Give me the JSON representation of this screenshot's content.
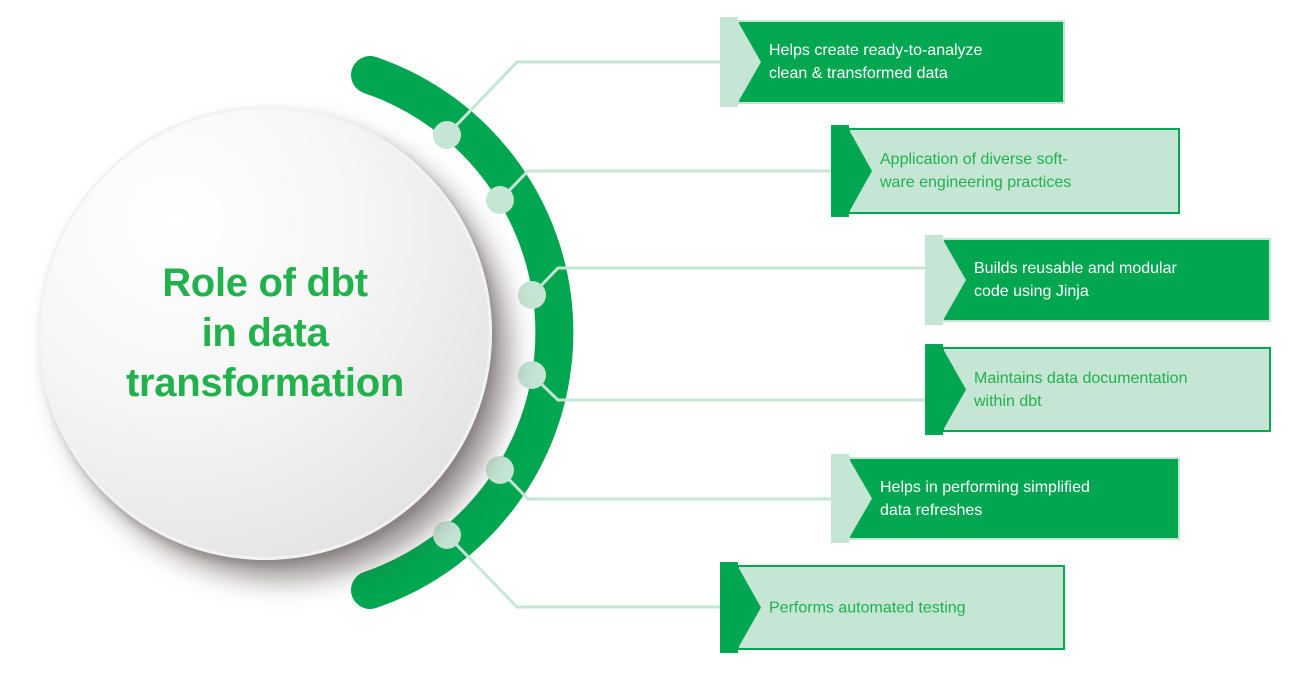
{
  "title": {
    "lines": [
      "Role of dbt",
      "in data",
      "transformation"
    ]
  },
  "colors": {
    "dark_green": "#00A650",
    "mint": "#C5E5D5",
    "title_green": "#22B14C"
  },
  "items": [
    {
      "lines": [
        "Helps create ready-to-analyze",
        "clean & transformed data"
      ],
      "style": "dark"
    },
    {
      "lines": [
        "Application of diverse soft-",
        "ware engineering practices"
      ],
      "style": "light"
    },
    {
      "lines": [
        "Builds reusable and modular",
        "code using Jinja"
      ],
      "style": "dark"
    },
    {
      "lines": [
        "Maintains data documentation",
        "within dbt"
      ],
      "style": "light"
    },
    {
      "lines": [
        "Helps in performing simplified",
        "data refreshes"
      ],
      "style": "dark"
    },
    {
      "lines": [
        "Performs automated testing"
      ],
      "style": "light"
    }
  ]
}
